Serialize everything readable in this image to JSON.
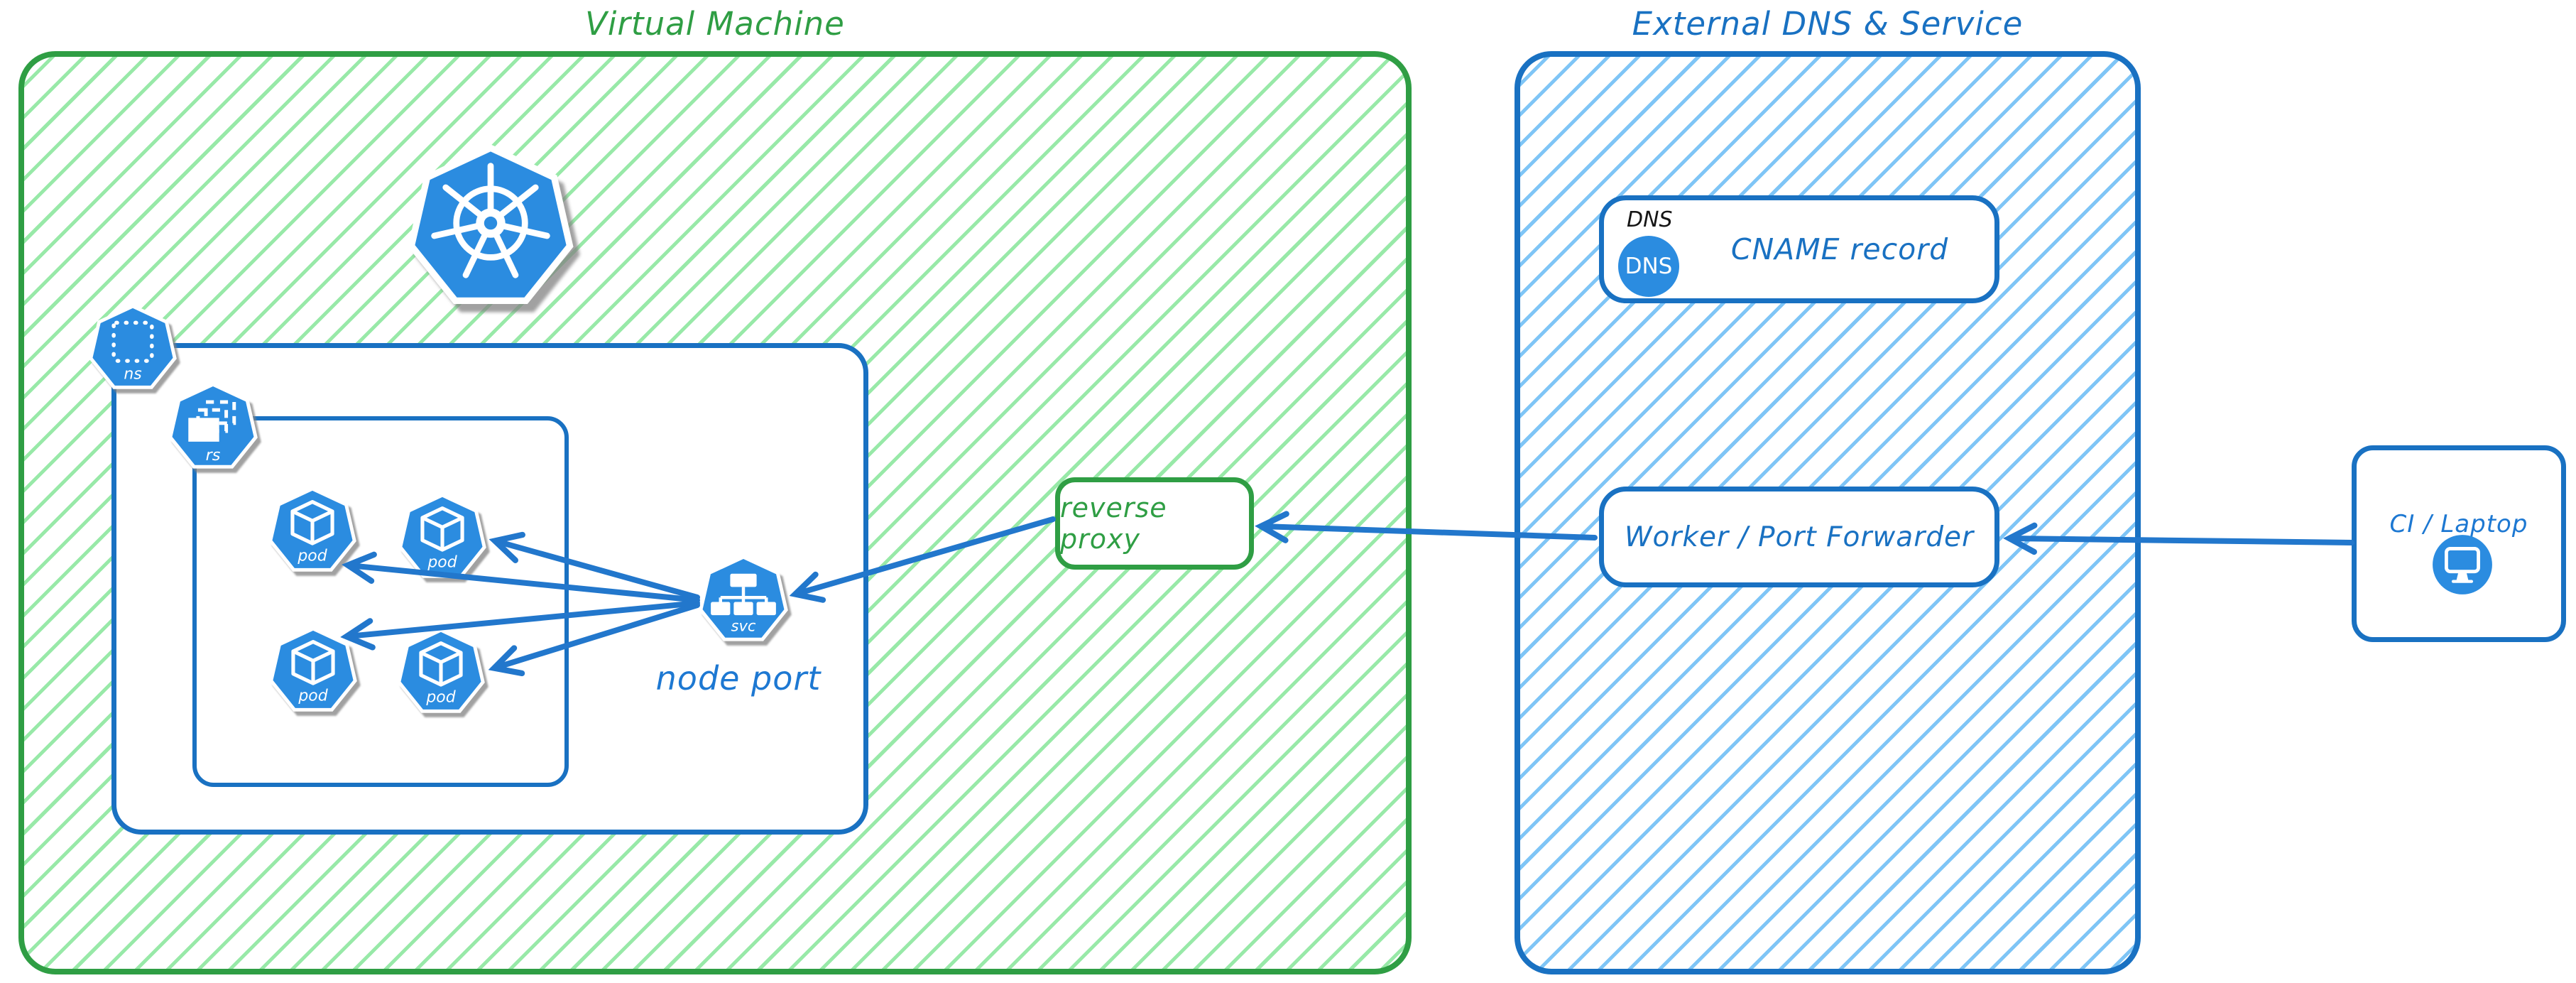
{
  "vm": {
    "title": "Virtual Machine"
  },
  "external": {
    "title": "External DNS & Service"
  },
  "cluster": {
    "kubernetes_icon": "kubernetes-wheel",
    "namespace_label": "ns",
    "replicaset_label": "rs",
    "pod_label": "pod",
    "service_label": "svc",
    "node_port_label": "node port"
  },
  "reverse_proxy": {
    "label": "reverse proxy"
  },
  "dns_card": {
    "tag": "DNS",
    "icon_label": "DNS",
    "record_label": "CNAME record"
  },
  "worker_card": {
    "label": "Worker / Port Forwarder"
  },
  "ci_card": {
    "label": "CI / Laptop",
    "icon": "monitor-icon"
  },
  "colors": {
    "green_border": "#2f9e44",
    "green_hatch": "#98e9a8",
    "blue_border": "#1971c2",
    "blue_hatch": "#7fc5f6",
    "icon_blue": "#2b8ce0",
    "arrow_blue": "#2277cc",
    "dns_tag_black": "#151515"
  }
}
